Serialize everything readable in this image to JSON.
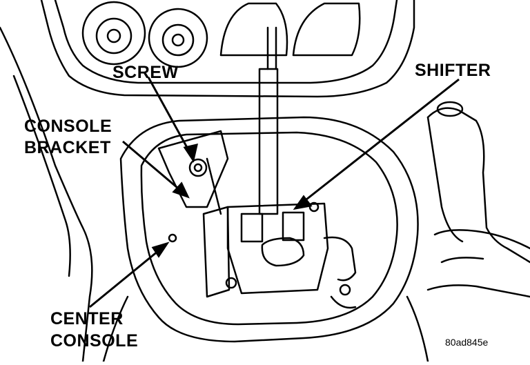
{
  "labels": {
    "screw": "SCREW",
    "shifter": "SHIFTER",
    "console_bracket_line1": "CONSOLE",
    "console_bracket_line2": "BRACKET",
    "center_console_line1": "CENTER",
    "center_console_line2": "CONSOLE"
  },
  "figure_code": "80ad845e"
}
